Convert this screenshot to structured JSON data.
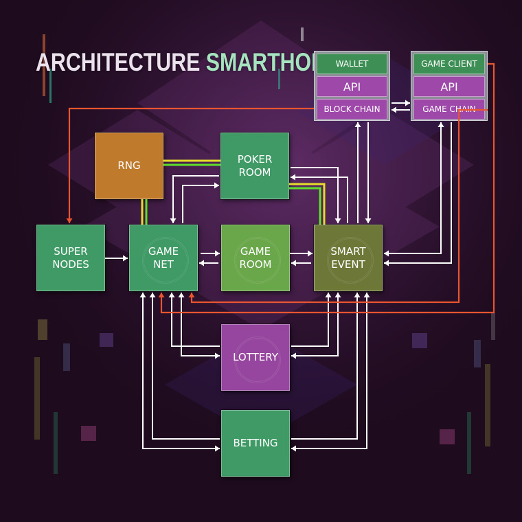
{
  "title": {
    "word1": "ARCHITECTURE",
    "word2": "SMARTHOLDEM"
  },
  "nodes": {
    "rng": "RNG",
    "poker_room": "POKER\nROOM",
    "super_nodes": "SUPER\nNODES",
    "game_net": "GAME\nNET",
    "game_room": "GAME\nROOM",
    "smart_event": "SMART\nEVENT",
    "lottery": "LOTTERY",
    "betting": "BETTING"
  },
  "wallet_stack": {
    "wallet": "WALLET",
    "api": "API",
    "block_chain": "BLOCK CHAIN"
  },
  "client_stack": {
    "game_client": "GAME CLIENT",
    "api": "API",
    "game_chain": "GAME CHAIN"
  },
  "colors": {
    "background": "#1e0b1e",
    "node_green": "#3f9a66",
    "node_lime": "#6aa64a",
    "node_olive": "#6d7838",
    "node_orange": "#c07a2c",
    "node_purple": "#96469e",
    "stack_green": "#3e8f55",
    "stack_purple": "#9e48aa",
    "arrow_white": "#ffffff",
    "link_orange": "#e8552e",
    "link_yellow": "#e6dc2c",
    "link_lime": "#5ee02a",
    "title_light": "#ece2ee",
    "title_mint": "#a6e3bf"
  }
}
